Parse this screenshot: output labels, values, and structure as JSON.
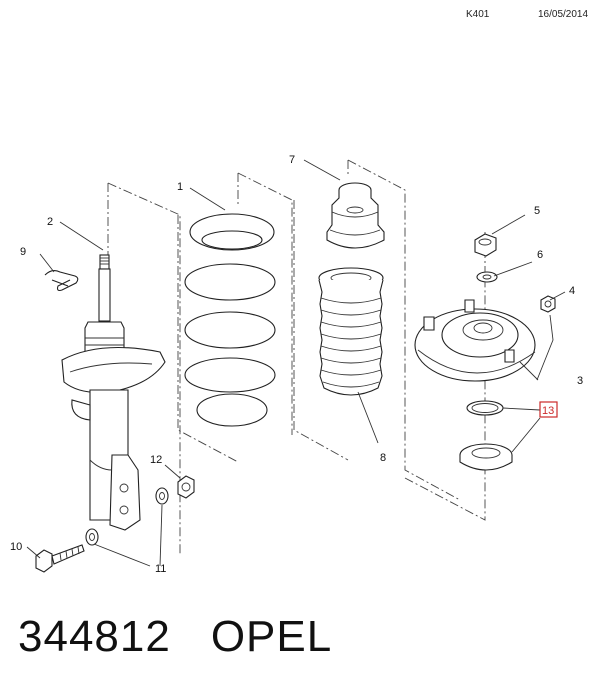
{
  "header": {
    "code": "K401",
    "date": "16/05/2014"
  },
  "callouts": [
    {
      "num": "1"
    },
    {
      "num": "2"
    },
    {
      "num": "3"
    },
    {
      "num": "4"
    },
    {
      "num": "5"
    },
    {
      "num": "6"
    },
    {
      "num": "7"
    },
    {
      "num": "8"
    },
    {
      "num": "9"
    },
    {
      "num": "10"
    },
    {
      "num": "11"
    },
    {
      "num": "12"
    },
    {
      "num": "13",
      "highlighted": true
    }
  ],
  "footer": {
    "part_number": "344812",
    "brand": "OPEL"
  },
  "colors": {
    "highlight": "#cc2a2a",
    "line": "#222222"
  }
}
